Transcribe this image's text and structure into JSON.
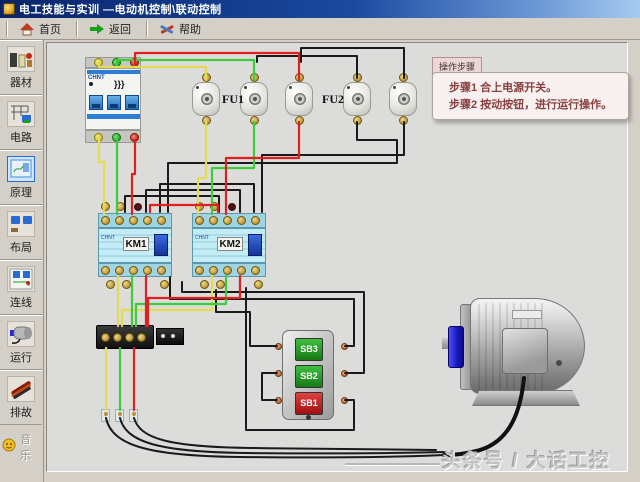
{
  "window": {
    "title": "电工技能与实训 —电动机控制\\联动控制"
  },
  "toolbar": {
    "items": [
      {
        "label": "首页",
        "icon": "home-icon"
      },
      {
        "label": "返回",
        "icon": "back-arrow-icon"
      },
      {
        "label": "帮助",
        "icon": "help-tools-icon"
      }
    ]
  },
  "sidebar": {
    "items": [
      {
        "label": "器材",
        "icon": "materials-icon"
      },
      {
        "label": "电路",
        "icon": "circuit-icon"
      },
      {
        "label": "原理",
        "icon": "principle-icon",
        "selected": true
      },
      {
        "label": "布局",
        "icon": "layout-icon"
      },
      {
        "label": "连线",
        "icon": "wiring-icon"
      },
      {
        "label": "运行",
        "icon": "run-motor-icon"
      },
      {
        "label": "排故",
        "icon": "troubleshoot-icon"
      },
      {
        "label": "音乐",
        "icon": "music-smiley-icon",
        "disabled": true
      }
    ]
  },
  "diagram": {
    "breaker_brand": "CHNT",
    "breaker_marks": "}}}",
    "fuse_group_1": "FU1",
    "fuse_group_2": "FU2",
    "contactor_1": "KM1",
    "contactor_2": "KM2",
    "buttons": {
      "top": "SB3",
      "middle": "SB2",
      "bottom": "SB1"
    }
  },
  "steps_panel": {
    "tab": "操作步骤",
    "lines": [
      "步骤1  合上电源开关。",
      "步骤2  按动按钮，进行运行操作。"
    ]
  },
  "watermark": "头条号 / 大话工控",
  "colors": {
    "titlebar_left": "#0a246a",
    "titlebar_right": "#a6caf0",
    "wire_yellow": "#e3db52",
    "wire_green": "#3ecb3e",
    "wire_red": "#e02020",
    "wire_black": "#1a1a1a",
    "contactor_body": "#bfe9f2",
    "contactor_coil_blue": "#2a4fd0",
    "button_green": "#2ba32b",
    "button_red": "#c01818",
    "pulley_blue": "#2020cc",
    "canvas_bg": "#dcdcda"
  }
}
